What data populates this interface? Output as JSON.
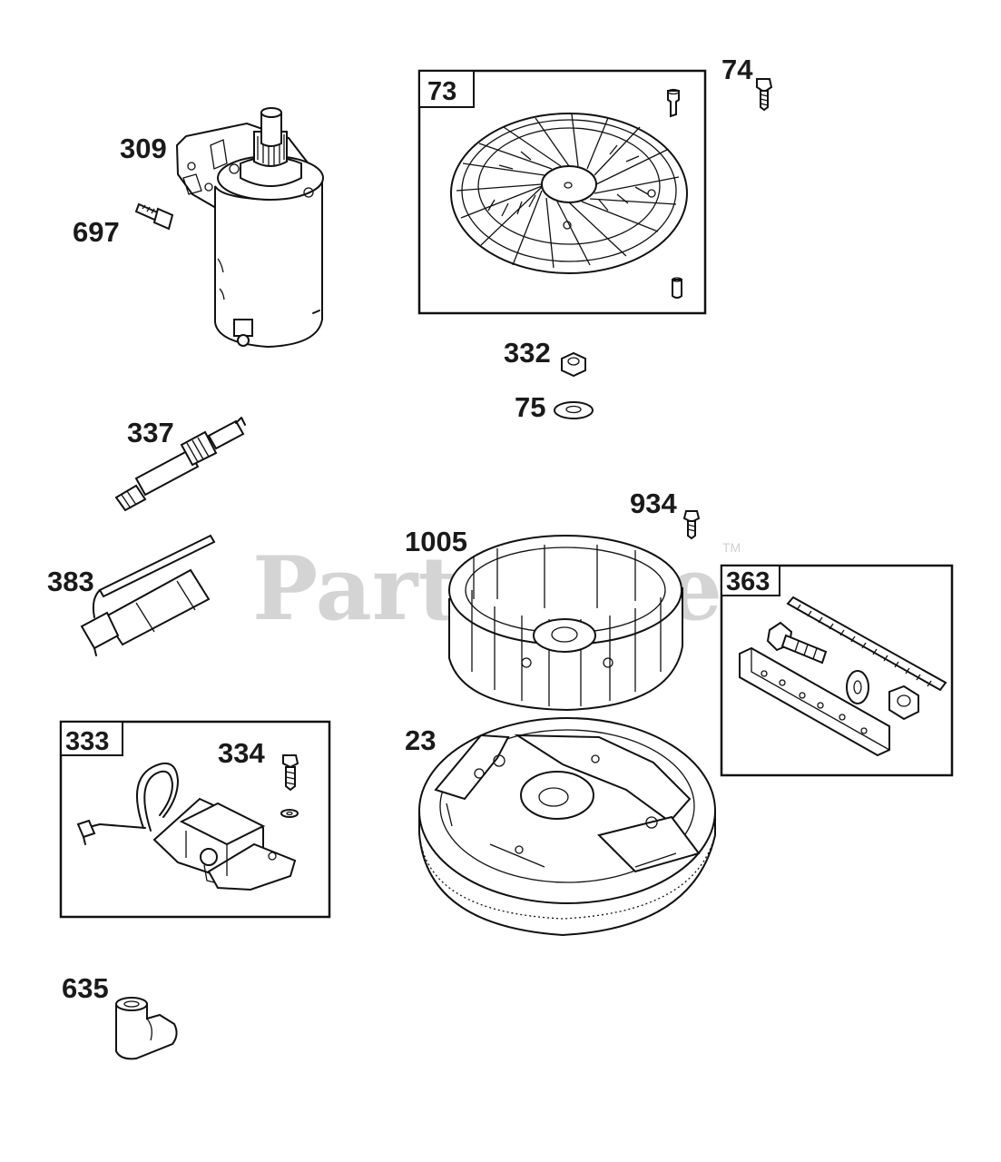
{
  "watermark": {
    "text": "PartsTree",
    "trademark": "TM"
  },
  "callouts": {
    "starter_motor": "309",
    "starter_screw": "697",
    "blower_housing_kit": "73",
    "screw_74": "74",
    "nut_332": "332",
    "washer_75": "75",
    "spark_plug": "337",
    "spark_plug_wrench": "383",
    "screw_934": "934",
    "fan_1005": "1005",
    "puller_kit": "363",
    "flywheel": "23",
    "armature_kit": "333",
    "screw_334": "334",
    "spark_plug_boot": "635"
  }
}
